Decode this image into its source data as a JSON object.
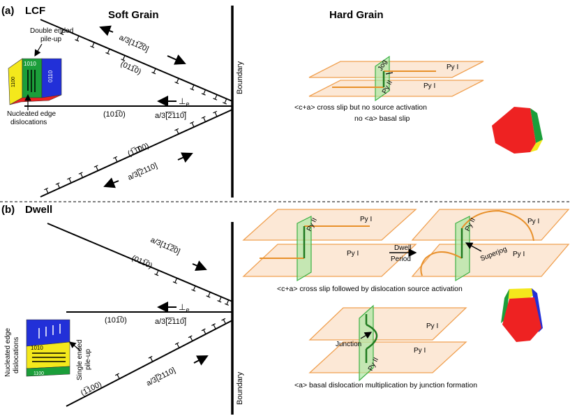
{
  "panel_a": {
    "label": "(a)",
    "title": "LCF",
    "soft_grain": "Soft Grain",
    "hard_grain": "Hard Grain",
    "boundary": "Boundary",
    "slip_upper_dir": "a/3[11̅2̅0]",
    "slip_upper_plane": "(011̅0)",
    "slip_mid_plane": "(101̅0)",
    "slip_mid_dir": "a/3[̅2̅110̅]",
    "slip_mid_symbol": "⊥",
    "slip_mid_sub": "e",
    "slip_lower_plane": "(1̅100)",
    "slip_lower_dir": "a/3[̅2110]",
    "inset_top": "Double ended\npile-up",
    "inset_bottom": "Nucleated  edge\ndislocations",
    "inset_face_green": "1010",
    "inset_face_blue": "0110",
    "inset_face_yellow": "1100",
    "py1_a": "Py I",
    "py1_b": "Py I",
    "py2": "Py II",
    "jog": "Jog",
    "caption1": "<c+a> cross slip but no source activation",
    "caption2": "no <a> basal slip"
  },
  "panel_b": {
    "label": "(b)",
    "title": "Dwell",
    "boundary": "Boundary",
    "slip_upper_dir": "a/3[11̅2̅0]",
    "slip_upper_plane": "(011̅0)",
    "slip_mid_plane": "(101̅0)",
    "slip_mid_dir": "a/3[̅2̅110̅]",
    "slip_mid_symbol": "⊥",
    "slip_mid_sub": "e",
    "slip_lower_plane": "(1̅100)",
    "slip_lower_dir": "a/3[̅2110]",
    "inset_left": "Nucleated edge\ndislocations",
    "inset_right": "Single ended\npile-up",
    "inset_face_yellow": "1010",
    "inset_face_green": "1100",
    "py2_left": "Py II",
    "py1_left_top": "Py I",
    "py1_left_bottom": "Py I",
    "dwell_line1": "Dwell",
    "dwell_line2": "Period",
    "py2_right": "Py II",
    "py1_right_top": "Py I",
    "py1_right_bottom": "Py I",
    "superjog": "Superjog",
    "caption1": "<c+a> cross slip followed by dislocation source activation",
    "py1_junc_top": "Py I",
    "py1_junc_bottom": "Py I",
    "py2_junc": "Py II",
    "junction": "Junction",
    "caption2": "<a> basal dislocation multiplication by junction formation"
  },
  "colors": {
    "plane_fill": "#fbe0c8",
    "plane_stroke": "#f0a050",
    "prism_fill": "#a8e6a0",
    "prism_stroke": "#3cb043",
    "dislocation": "#1f7a1f",
    "loop": "#e8902a",
    "hex_red": "#ee2222",
    "hex_green": "#1b9e3a",
    "hex_yellow": "#f4e81c",
    "hex_blue": "#2230d8"
  }
}
